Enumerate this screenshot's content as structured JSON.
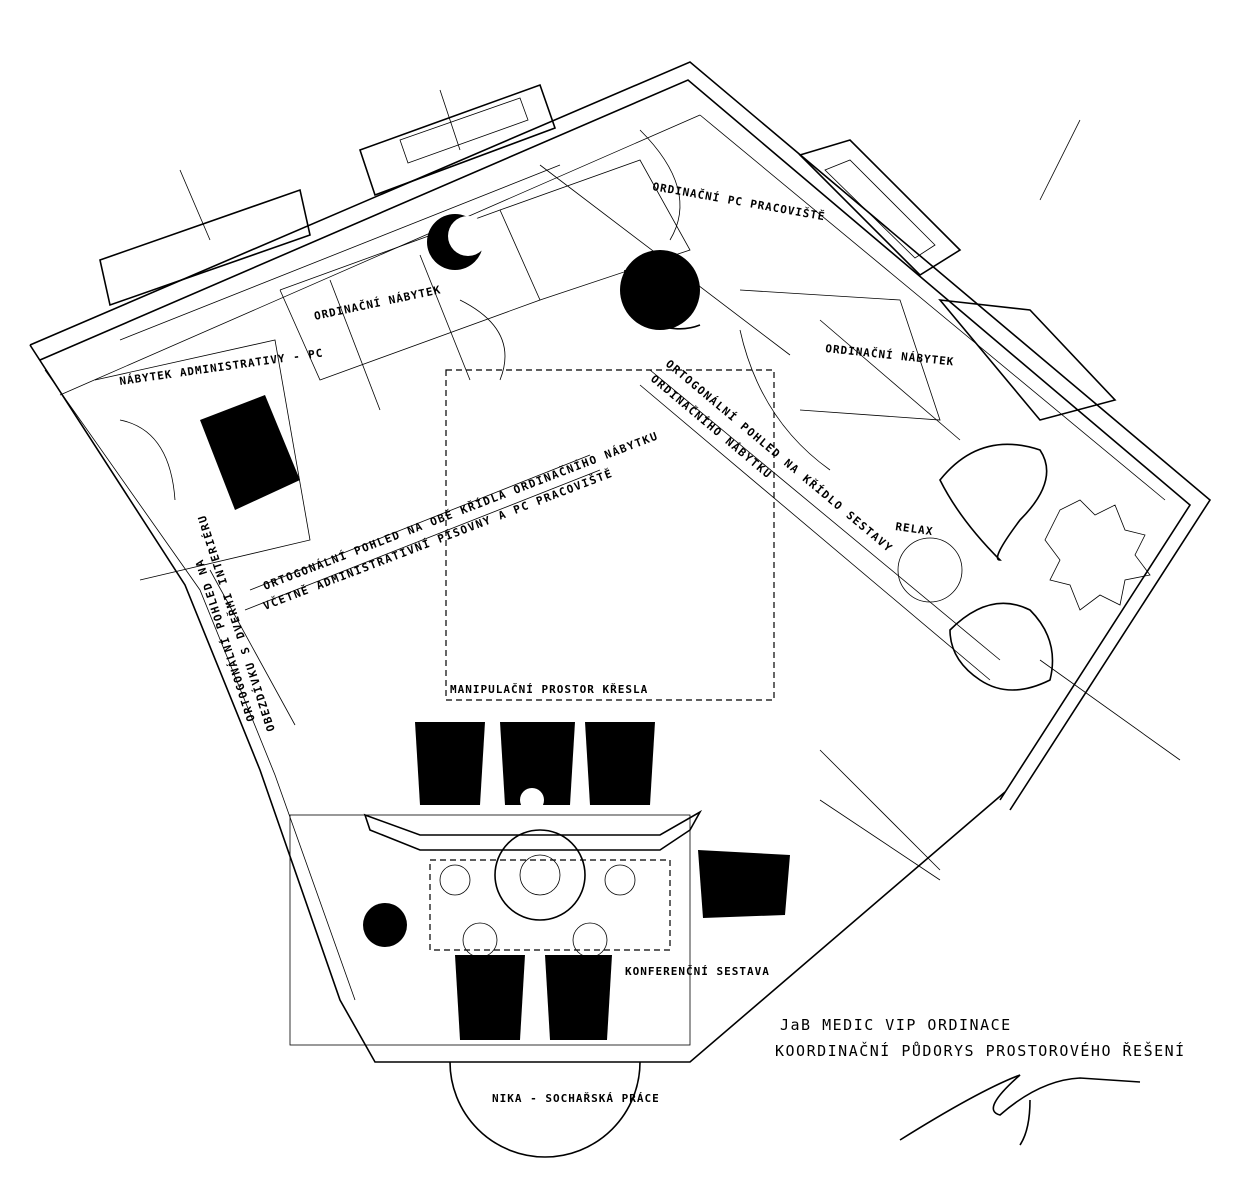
{
  "title_block": {
    "line1": "JaB MEDIC VIP ORDINACE",
    "line2": "KOORDINAČNÍ PŮDORYS PROSTOROVÉHO ŘEŠENÍ"
  },
  "rooms": {
    "pc_workplace": "ORDINAČNÍ PC PRACOVIŠTĚ",
    "furniture_left": "ORDINAČNÍ NÁBYTEK",
    "furniture_right": "ORDINAČNÍ NÁBYTEK",
    "admin": "NÁBYTEK ADMINISTRATIVY - PC",
    "relax": "RELAX",
    "manipulation": "MANIPULAČNÍ PROSTOR KŘESLA",
    "conference": "KONFERENČNÍ SESTAVA",
    "niche": "NIKA - SOCHAŘSKÁ PRÁCE"
  },
  "views": {
    "left_line1": "ORTOGONÁLNÍ POHLED NA OBĚ KŘÍDLA ORDINAČNÍHO NÁBYTKU",
    "left_line2": "VČETNĚ ADMINISTRATIVNÍ PÍSOVNY A PC PRACOVIŠTĚ",
    "right_line1": "ORTOGONÁLNÍ POHLED NA KŘÍDLO SESTAVY",
    "right_line2": "ORDINAČNÍHO NÁBYTKU",
    "vertical_line1": "ORTOGONÁLNÍ POHLED NA",
    "vertical_line2": "OBEZDÍVKU S DVEŘMI INTERIÉRU"
  }
}
